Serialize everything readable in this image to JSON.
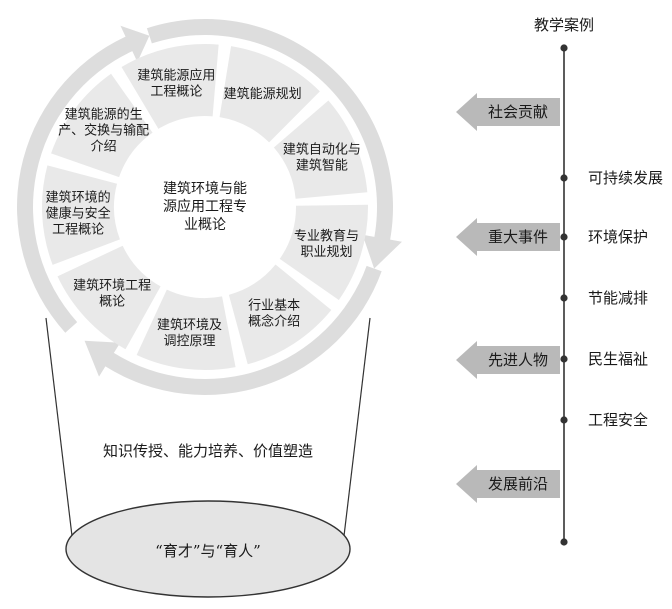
{
  "wheel": {
    "center_label": [
      "建筑环境与能",
      "源应用工程专",
      "业概论"
    ],
    "segments": [
      {
        "lines": [
          "建筑能源规划"
        ]
      },
      {
        "lines": [
          "建筑自动化与",
          "建筑智能"
        ]
      },
      {
        "lines": [
          "专业教育与",
          "职业规划"
        ]
      },
      {
        "lines": [
          "行业基本",
          "概念介绍"
        ]
      },
      {
        "lines": [
          "建筑环境及",
          "调控原理"
        ]
      },
      {
        "lines": [
          "建筑环境工程",
          "概论"
        ]
      },
      {
        "lines": [
          "建筑环境的",
          "健康与安全",
          "工程概论"
        ]
      },
      {
        "lines": [
          "建筑能源的生",
          "产、交换与输配",
          "介绍"
        ]
      },
      {
        "lines": [
          "建筑能源应用",
          "工程概论"
        ]
      }
    ]
  },
  "funnel": {
    "caption": "知识传授、能力培养、价值塑造",
    "base_label": "“育才”与“育人”"
  },
  "timeline": {
    "title": "教学案例",
    "categories": [
      "社会贡献",
      "重大事件",
      "先进人物",
      "发展前沿"
    ],
    "items": [
      "可持续发展",
      "环境保护",
      "节能减排",
      "民生福祉",
      "工程安全"
    ]
  },
  "colors": {
    "segment_fill": "#e9e9e9",
    "arrow_fill": "#dddddd",
    "category_arrow": "#b9b9b9",
    "line": "#333333"
  }
}
